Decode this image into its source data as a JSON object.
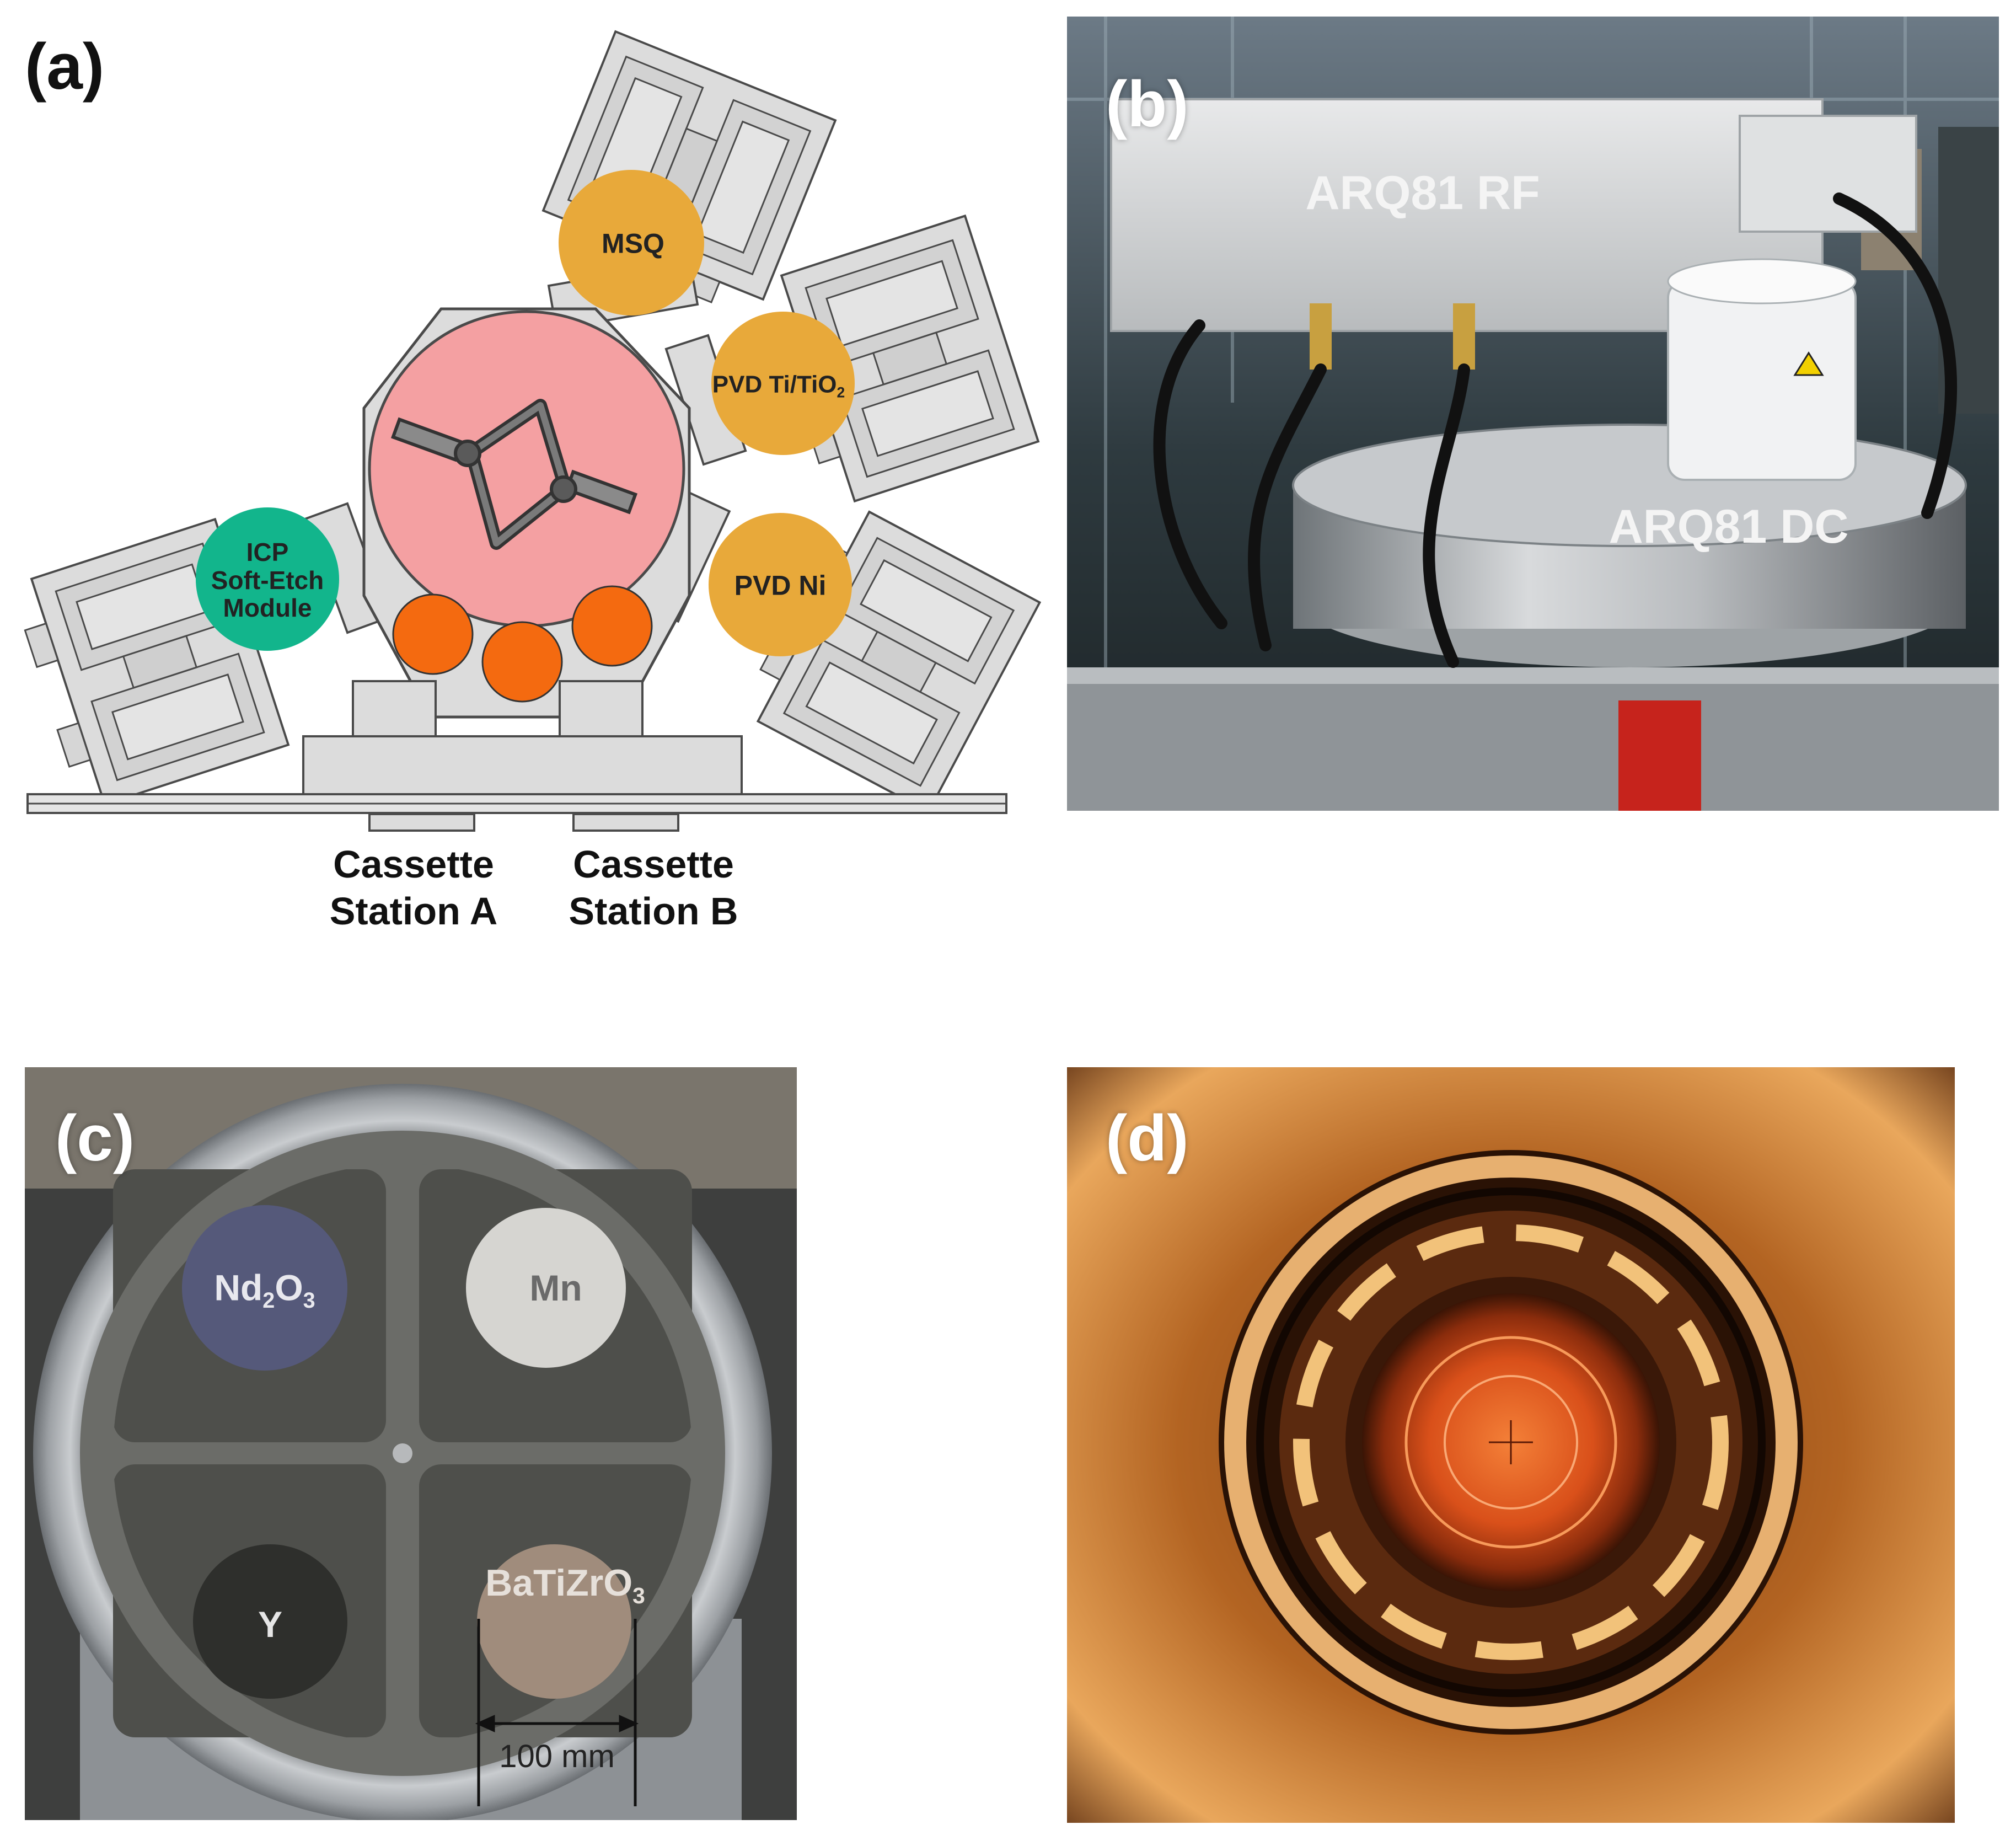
{
  "panels": {
    "a": {
      "label": "(a)",
      "modules": {
        "msq": "MSQ",
        "pvd_ti": {
          "main": "PVD Ti/TiO",
          "sub": "2"
        },
        "pvd_ni": "PVD Ni",
        "icp": [
          "ICP",
          "Soft-Etch",
          "Module"
        ]
      },
      "stations": {
        "a": [
          "Cassette",
          "Station A"
        ],
        "b": [
          "Cassette",
          "Station B"
        ]
      },
      "colors": {
        "module_orange": "#e8a93a",
        "icp_green": "#12b58c",
        "transfer_pink": "#f4a0a2",
        "cassette_orange": "#f46a10",
        "chamber_gray": "#d9d9d9"
      }
    },
    "b": {
      "label": "(b)",
      "rf_label": "ARQ81 RF",
      "dc_label": "ARQ81 DC"
    },
    "c": {
      "label": "(c)",
      "targets": {
        "nd": {
          "parts": [
            "Nd",
            "2",
            "O",
            "3"
          ]
        },
        "mn": "Mn",
        "y": "Y",
        "ba": {
          "main": "BaTiZrO",
          "sub": "3"
        }
      },
      "scale": "100 mm"
    },
    "d": {
      "label": "(d)"
    }
  }
}
